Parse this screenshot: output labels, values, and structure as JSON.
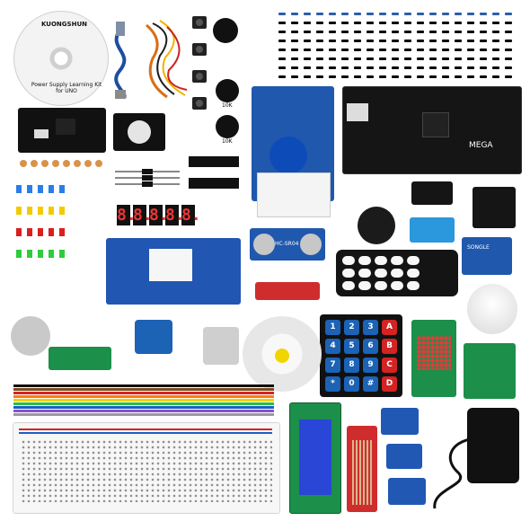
{
  "cd": {
    "logo_text": "KUONGSHUN",
    "label": "Power Supply Learning Kit for UNO"
  },
  "pots": {
    "label_1": "10K",
    "label_2": "10K"
  },
  "mega": {
    "label": "MEGA"
  },
  "lcd": {
    "text": ""
  },
  "sensor": {
    "label": "HC-SR04"
  },
  "keypad": {
    "keys": [
      "1",
      "2",
      "3",
      "A",
      "4",
      "5",
      "6",
      "B",
      "7",
      "8",
      "9",
      "C",
      "*",
      "0",
      "#",
      "D"
    ]
  },
  "seg_display": {
    "digits": [
      "8.",
      "8.",
      "8.",
      "8.",
      "8."
    ]
  },
  "relay": {
    "text": "SONGLE"
  },
  "colors": {
    "board_blue": "#1f4fa3",
    "keypad_key": "#1c62b5",
    "keypad_letter": "#d32323",
    "mega_black": "#151515",
    "pcb_red": "#c62828"
  }
}
